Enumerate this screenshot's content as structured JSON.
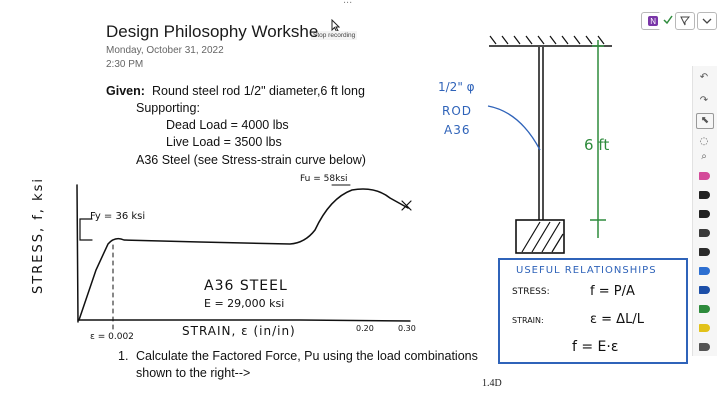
{
  "toolbar": {
    "recording_tooltip": "Stop recording",
    "top_dots": "...",
    "app_button_icon": "onenote-icon",
    "check_icon": "check-icon",
    "filter_icon": "filter-icon",
    "collapse_icon": "chevron-down-icon"
  },
  "page": {
    "title": "Design Philosophy Workshe",
    "date": "Monday, October 31, 2022",
    "time": "2:30 PM"
  },
  "given": {
    "label": "Given:",
    "line1": "Round steel rod 1/2\" diameter,6 ft long",
    "line2": "Supporting:",
    "line3": "Dead Load = 4000 lbs",
    "line4": "Live Load =  3500 lbs",
    "line5": "A36 Steel (see Stress-strain curve below)"
  },
  "ink": {
    "fu": "Fu = 58ksi",
    "fy": "Fy = 36 ksi",
    "yaxis": "STRESS, f, ksi",
    "a36": "A36 STEEL",
    "e": "E = 29,000 ksi",
    "strain": "STRAIN, ε (in/in)",
    "e0": "ε = 0.002",
    "t020": "0.20",
    "t030": "0.30",
    "rod1": "1/2\" φ",
    "rod2": "ROD",
    "rod3": "A36",
    "six": "6 ft"
  },
  "relationships": {
    "title": "USEFUL RELATIONSHIPS",
    "stress_label": "STRESS:",
    "stress_eq": "f = P/A",
    "strain_label": "STRAIN:",
    "strain_eq": "ε = ΔL/L",
    "combo_eq": "f = E·ε"
  },
  "question": {
    "number": "1.",
    "line1": "Calculate the Factored Force, Pu using the load combinations",
    "line2": "shown to the right-->"
  },
  "side": {
    "label": "1.4D"
  },
  "right_tools": [
    "undo-icon",
    "redo-icon",
    "select-icon",
    "lasso-icon",
    "search-icon"
  ],
  "pen_colors": [
    "#d44b9a",
    "#222222",
    "#222222",
    "#3a3a3a",
    "#2b2b2b",
    "#2d6fd1",
    "#1d4fa8",
    "#2e8b3c",
    "#e2c21a",
    "#555555"
  ]
}
